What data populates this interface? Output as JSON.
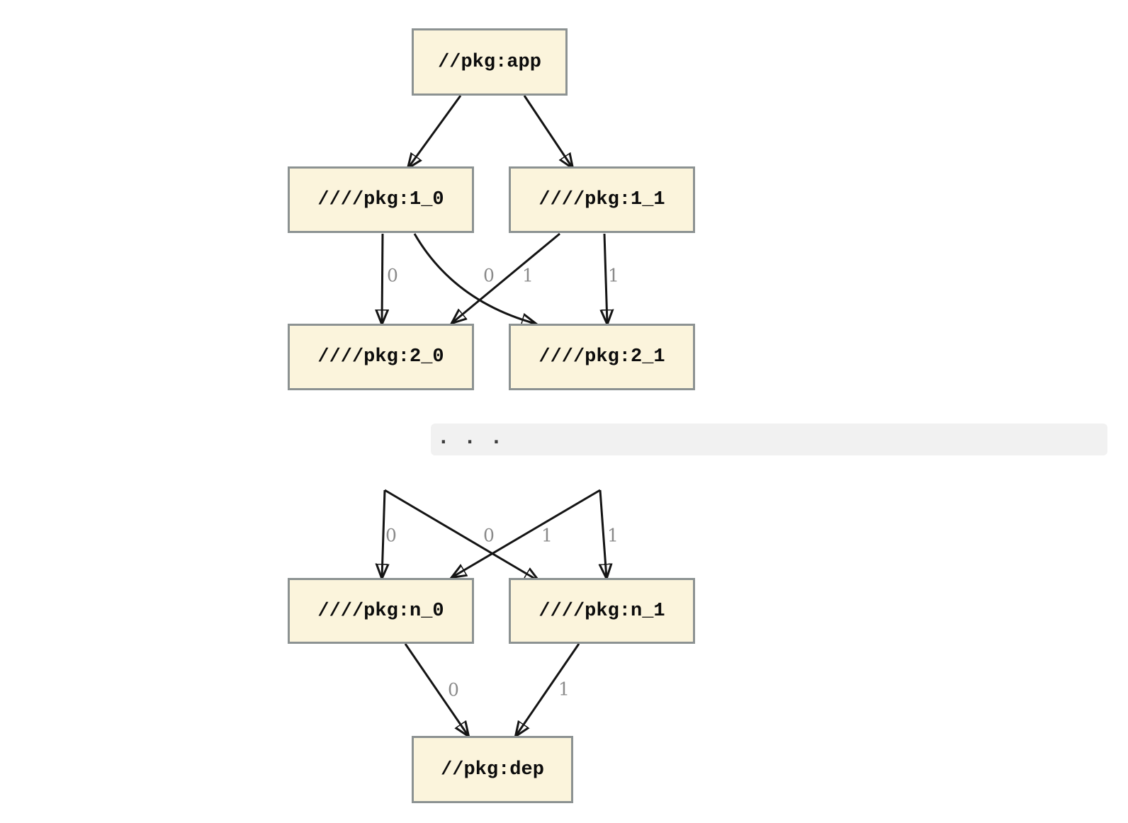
{
  "graph": {
    "nodes": [
      {
        "id": "app",
        "label": "//pkg:app"
      },
      {
        "id": "1_0",
        "label": "////pkg:1_0"
      },
      {
        "id": "1_1",
        "label": "////pkg:1_1"
      },
      {
        "id": "2_0",
        "label": "////pkg:2_0"
      },
      {
        "id": "2_1",
        "label": "////pkg:2_1"
      },
      {
        "id": "n_0",
        "label": "////pkg:n_0"
      },
      {
        "id": "n_1",
        "label": "////pkg:n_1"
      },
      {
        "id": "dep",
        "label": "//pkg:dep"
      }
    ],
    "edges": [
      {
        "from": "//pkg:app",
        "to": "////pkg:1_0",
        "label": ""
      },
      {
        "from": "//pkg:app",
        "to": "////pkg:1_1",
        "label": ""
      },
      {
        "from": "////pkg:1_0",
        "to": "////pkg:2_0",
        "label": "0"
      },
      {
        "from": "////pkg:1_0",
        "to": "////pkg:2_1",
        "label": "0"
      },
      {
        "from": "////pkg:1_1",
        "to": "////pkg:2_0",
        "label": "1"
      },
      {
        "from": "////pkg:1_1",
        "to": "////pkg:2_1",
        "label": "1"
      },
      {
        "from": "…",
        "to": "////pkg:n_0",
        "label": "0"
      },
      {
        "from": "…",
        "to": "////pkg:n_1",
        "label": "0"
      },
      {
        "from": "…",
        "to": "////pkg:n_0",
        "label": "1"
      },
      {
        "from": "…",
        "to": "////pkg:n_1",
        "label": "1"
      },
      {
        "from": "////pkg:n_0",
        "to": "//pkg:dep",
        "label": "0"
      },
      {
        "from": "////pkg:n_1",
        "to": "//pkg:dep",
        "label": "1"
      }
    ]
  },
  "ellipsis_block": {
    "text": ". . ."
  },
  "colors": {
    "node_fill": "#FBF4DC",
    "node_border": "#8C9292",
    "edge": "#141414",
    "edge_label": "#8A8A8A",
    "ellipsis_bg": "#F1F1F1",
    "ellipsis_text": "#3D3D3D"
  }
}
